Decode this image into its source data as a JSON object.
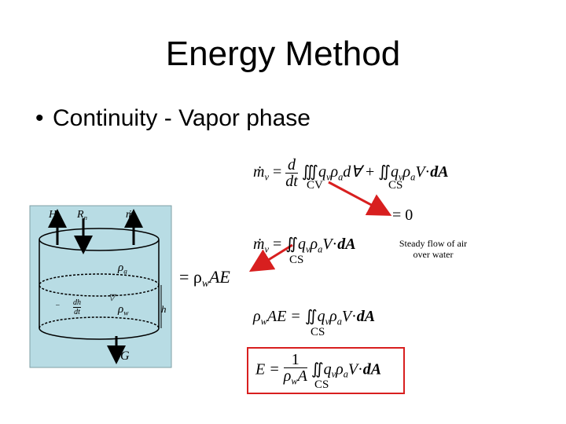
{
  "slide": {
    "title": "Energy Method",
    "bullet_char": "•",
    "bullet_text": "Continuity - Vapor phase",
    "note_line1": "Steady flow of air",
    "note_line2": "over water"
  },
  "equations": {
    "eq1_lhs": "ṁ",
    "eq1_lhs_sub": "v",
    "eq1_equals": "=",
    "eq1_d": "d",
    "eq1_dt": "dt",
    "eq1_int3": "∭",
    "eq1_int3_body": "q",
    "eq1_int3_body_sub1": "v",
    "eq1_int3_rho": "ρ",
    "eq1_int3_rho_sub": "a",
    "eq1_int3_dV": "d∀",
    "eq1_plus": "+",
    "eq1_int2": "∬",
    "eq1_int2_q": "q",
    "eq1_int2_q_sub": "v",
    "eq1_int2_rho": "ρ",
    "eq1_int2_rho_sub": "a",
    "eq1_int2_V": "V",
    "eq1_int2_dot": "·",
    "eq1_int2_dA": "dA",
    "eq1_CV": "CV",
    "eq1_CS": "CS",
    "eq_zero": "= 0",
    "eq2_lhs": "ṁ",
    "eq2_lhs_sub": "v",
    "eq2_equals": "=",
    "eq2_int2": "∬",
    "eq2_q": "q",
    "eq2_q_sub": "v",
    "eq2_rho": "ρ",
    "eq2_rho_sub": "a",
    "eq2_V": "V",
    "eq2_dot": "·",
    "eq2_dA": "dA",
    "eq2_CS": "CS",
    "eq_rhoAE": "= ρ",
    "eq_rhoAE_sub": "w",
    "eq_rhoAE_tail": "AE",
    "eq3_rho": "ρ",
    "eq3_rho_sub": "w",
    "eq3_AE": "AE =",
    "eq3_int2": "∬",
    "eq3_q": "q",
    "eq3_q_sub": "v",
    "eq3_rho2": "ρ",
    "eq3_rho2_sub": "a",
    "eq3_V": "V",
    "eq3_dot": "·",
    "eq3_dA": "dA",
    "eq3_CS": "CS",
    "eq4_E": "E =",
    "eq4_num": "1",
    "eq4_den_rho": "ρ",
    "eq4_den_sub": "w",
    "eq4_den_A": "A",
    "eq4_int2": "∬",
    "eq4_q": "q",
    "eq4_q_sub": "v",
    "eq4_rho": "ρ",
    "eq4_rho_sub": "a",
    "eq4_V": "V",
    "eq4_dot": "·",
    "eq4_dA": "dA",
    "eq4_CS": "CS"
  },
  "diagram": {
    "background": "#b8dce4",
    "label_Hs": "H",
    "label_Hs_sub": "s",
    "label_Rn": "R",
    "label_Rn_sub": "n",
    "label_mv": "ṁ",
    "label_mv_sub": "v",
    "label_rho_a": "ρ",
    "label_rho_a_sub": "a",
    "label_rho_w": "ρ",
    "label_rho_w_sub": "w",
    "label_dh": "dh",
    "label_dt": "dt",
    "label_minus": "−",
    "label_G": "G",
    "label_h": "h",
    "water_symbol": "▽"
  },
  "colors": {
    "arrow": "#d81f1f",
    "box": "#d81f1f",
    "cylinder": "#000000"
  }
}
